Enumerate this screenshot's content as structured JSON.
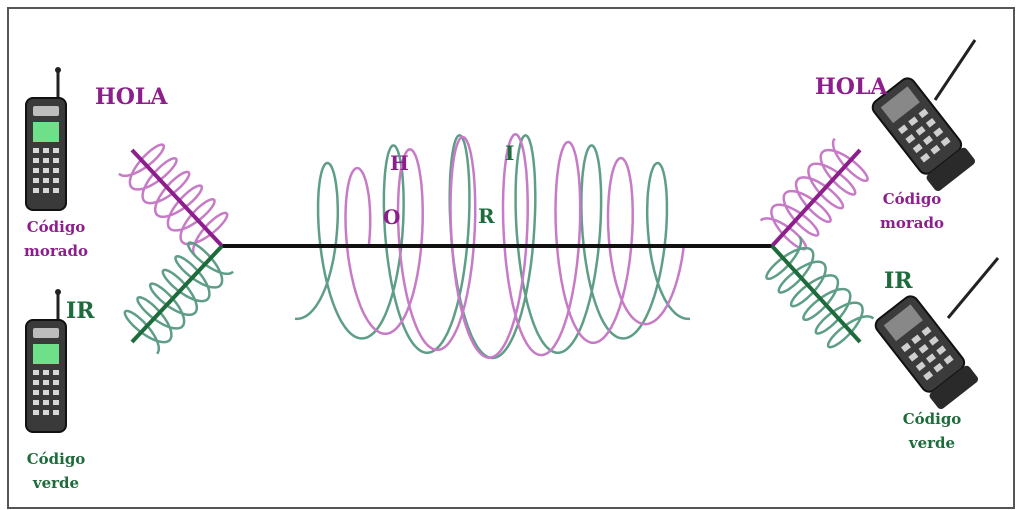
{
  "colors": {
    "purple": "#8c1f8c",
    "green": "#1e6b3c",
    "wave_purple": "#c77bc7",
    "wave_green": "#5e9e86",
    "axis": "#111111",
    "frame": "#555555"
  },
  "left": {
    "message_purple": "HOLA",
    "code_purple": [
      "Código",
      "morado"
    ],
    "message_green": "IR",
    "code_green": [
      "Código",
      "verde"
    ]
  },
  "right": {
    "message_purple": "HOLA",
    "code_purple": [
      "Código",
      "morado"
    ],
    "message_green": "IR",
    "code_green": [
      "Código",
      "verde"
    ]
  },
  "center_letters": {
    "purple": [
      "H",
      "O"
    ],
    "green": [
      "I",
      "R"
    ]
  },
  "icons": {
    "phone_left_top": "mobile-phone-icon",
    "phone_left_bottom": "mobile-phone-icon",
    "phone_right_top": "flip-phone-icon",
    "phone_right_bottom": "flip-phone-icon"
  }
}
